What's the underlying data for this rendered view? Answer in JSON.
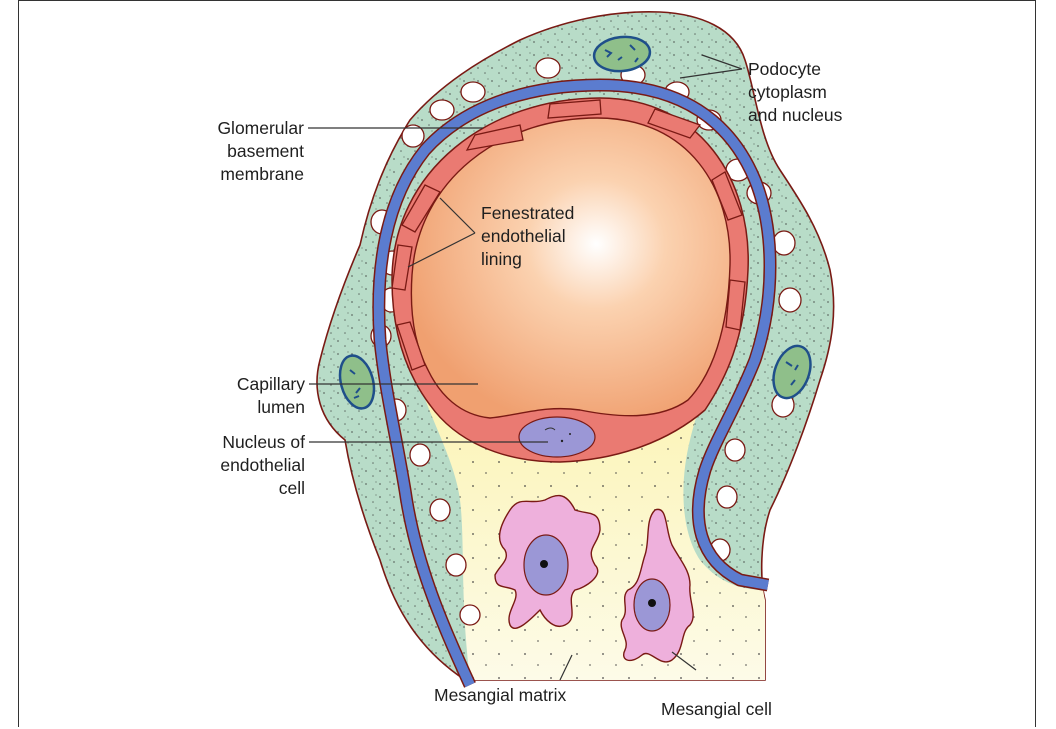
{
  "figure": {
    "colors": {
      "podocyte": "#b8dcc8",
      "basement_membrane": "#5b7ccf",
      "endothelium": "#ea7a72",
      "lumen": "#f3a47a",
      "mesangial_matrix": "#fbf4b8",
      "mesangial_cell": "#eeb0dc",
      "nucleus": "#9b97d6",
      "outline": "#7a1a14"
    },
    "labels": {
      "podocyte": [
        "Podocyte",
        "cytoplasm",
        "and nucleus"
      ],
      "gbm": [
        "Glomerular",
        "basement",
        "membrane"
      ],
      "fenestrated": [
        "Fenestrated",
        "endothelial",
        "lining"
      ],
      "lumen": [
        "Capillary",
        "lumen"
      ],
      "endo_nucleus": [
        "Nucleus of",
        "endothelial",
        "cell"
      ],
      "matrix": [
        "Mesangial matrix"
      ],
      "mesangial_cell": [
        "Mesangial cell"
      ]
    }
  }
}
